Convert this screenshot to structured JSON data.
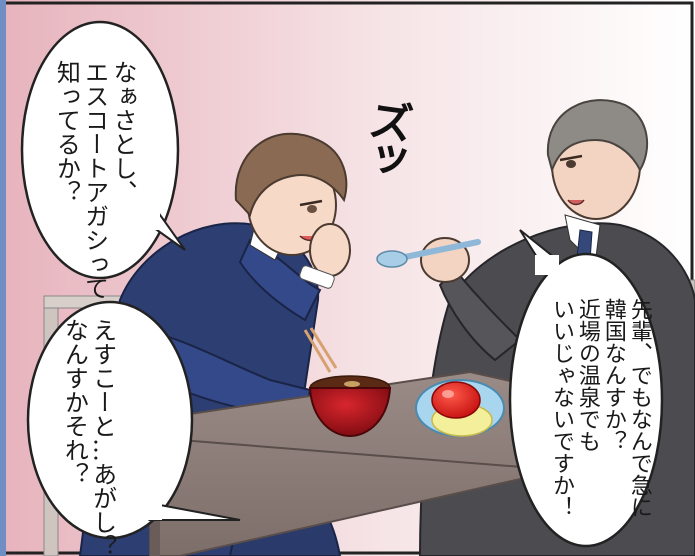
{
  "speech_bubbles": [
    {
      "id": "bubble-left-top",
      "text": "なぁさとし、\nエスコートアガシって\n知ってるか？"
    },
    {
      "id": "bubble-left-bottom",
      "text": "えすこーと…あがし？\nなんすかそれ？"
    },
    {
      "id": "bubble-right",
      "text": "先輩、でもなんで急に\n韓国なんすか？\n近場の温泉でも\nいいじゃないですか！"
    }
  ],
  "sound_effect": "ズッ",
  "colors": {
    "background_pink": "#e9b6c0",
    "suit_navy": "#2c3e72",
    "suit_gray": "#4b4b50",
    "table": "#8b7c78",
    "bowl_red": "#b3141b",
    "hair_brown": "#8a6a52",
    "hair_gray": "#8e8a85"
  }
}
